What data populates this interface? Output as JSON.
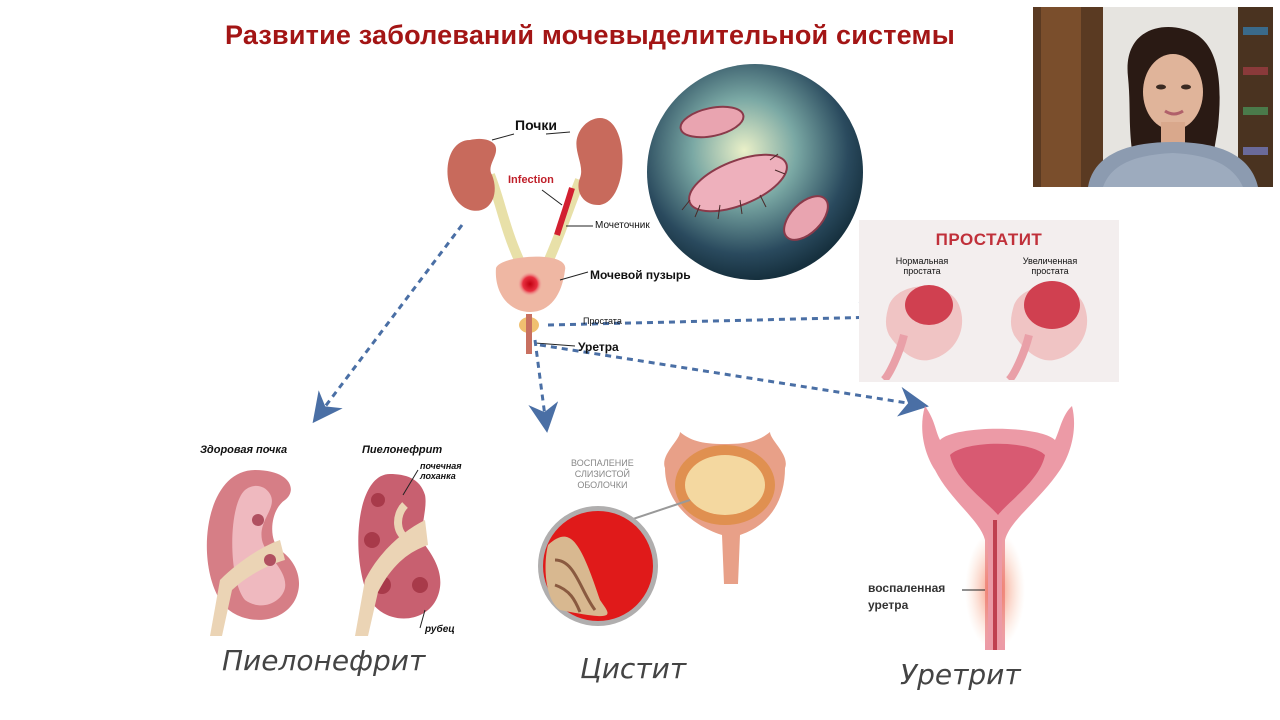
{
  "title": "Развитие заболеваний мочевыделительной системы",
  "anatomy": {
    "kidneys": "Почки",
    "infection": "Infection",
    "ureter": "Мочеточник",
    "bladder": "Мочевой пузырь",
    "prostate": "Простата",
    "urethra": "Уретра"
  },
  "prostatitis": {
    "title": "ПРОСТАТИТ",
    "normal_line1": "Нормальная",
    "normal_line2": "простата",
    "enlarged_line1": "Увеличенная",
    "enlarged_line2": "простата"
  },
  "pyelonephritis": {
    "healthy_label": "Здоровая почка",
    "disease_label": "Пиелонефрит",
    "pelvis_line1": "почечная",
    "pelvis_line2": "лоханка",
    "scar": "рубец",
    "caption": "Пиелонефрит"
  },
  "cystitis": {
    "mucosa_line1": "ВОСПАЛЕНИЕ",
    "mucosa_line2": "СЛИЗИСТОЙ",
    "mucosa_line3": "ОБОЛОЧКИ",
    "caption": "Цистит"
  },
  "urethritis": {
    "inflamed_line1": "воспаленная",
    "inflamed_line2": "уретра",
    "caption": "Уретрит"
  },
  "colors": {
    "title": "#a31515",
    "arrow": "#4a6fa5",
    "tissue": "#e0868f",
    "infection": "#d01020"
  }
}
